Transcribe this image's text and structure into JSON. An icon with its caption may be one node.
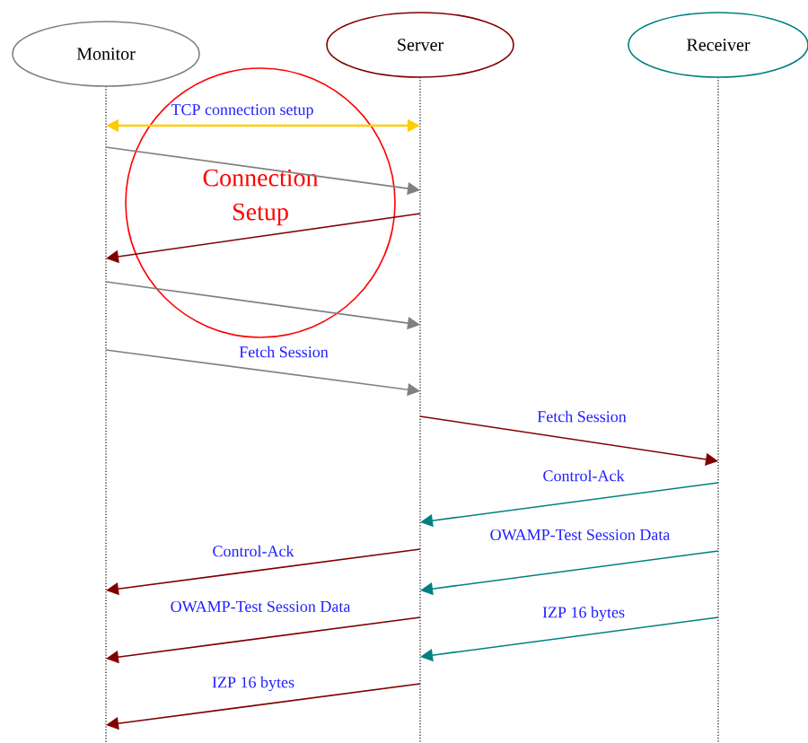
{
  "diagram": {
    "nodes": [
      {
        "text": [
          "Monitor"
        ]
      },
      {
        "text": [
          "Server"
        ]
      },
      {
        "text": [
          "Receiver"
        ]
      }
    ],
    "labels": [
      "Connection Setup"
    ],
    "edges": [
      {
        "from": 0,
        "to": 1,
        "arrow": "both",
        "label": "TCP connection setup",
        "color": "#ffcc00"
      },
      {
        "from": 0,
        "to": 1,
        "arrow": "to",
        "color": "#808080"
      },
      {
        "from": 1,
        "to": 0,
        "arrow": "to"
      },
      {
        "from": 0,
        "to": 1,
        "arrow": "to",
        "color": "#808080"
      },
      {
        "from": 0,
        "to": 1,
        "arrow": "to",
        "label": "Fetch Session",
        "color": "#808080"
      },
      {
        "from": 1,
        "to": 2,
        "arrow": "to",
        "label": "Fetch Session"
      },
      {
        "from": 2,
        "to": 1,
        "arrow": "to",
        "label": "Control-Ack",
        "color": "#008080"
      },
      {
        "from": 2,
        "to": 1,
        "arrow": "to",
        "label": "OWAMP-Test Session Data",
        "color": "#008080"
      },
      {
        "from": 1,
        "to": 0,
        "arrow": "to",
        "label": "Control-Ack"
      },
      {
        "from": 2,
        "to": 1,
        "arrow": "to",
        "label": "IZP 16 bytes",
        "color": "#008080"
      },
      {
        "from": 1,
        "to": 0,
        "arrow": "to",
        "label": "OWAMP-Test Session Data"
      },
      {
        "from": 1,
        "to": 0,
        "arrow": "to",
        "label": "IZP 16 bytes"
      }
    ]
  }
}
